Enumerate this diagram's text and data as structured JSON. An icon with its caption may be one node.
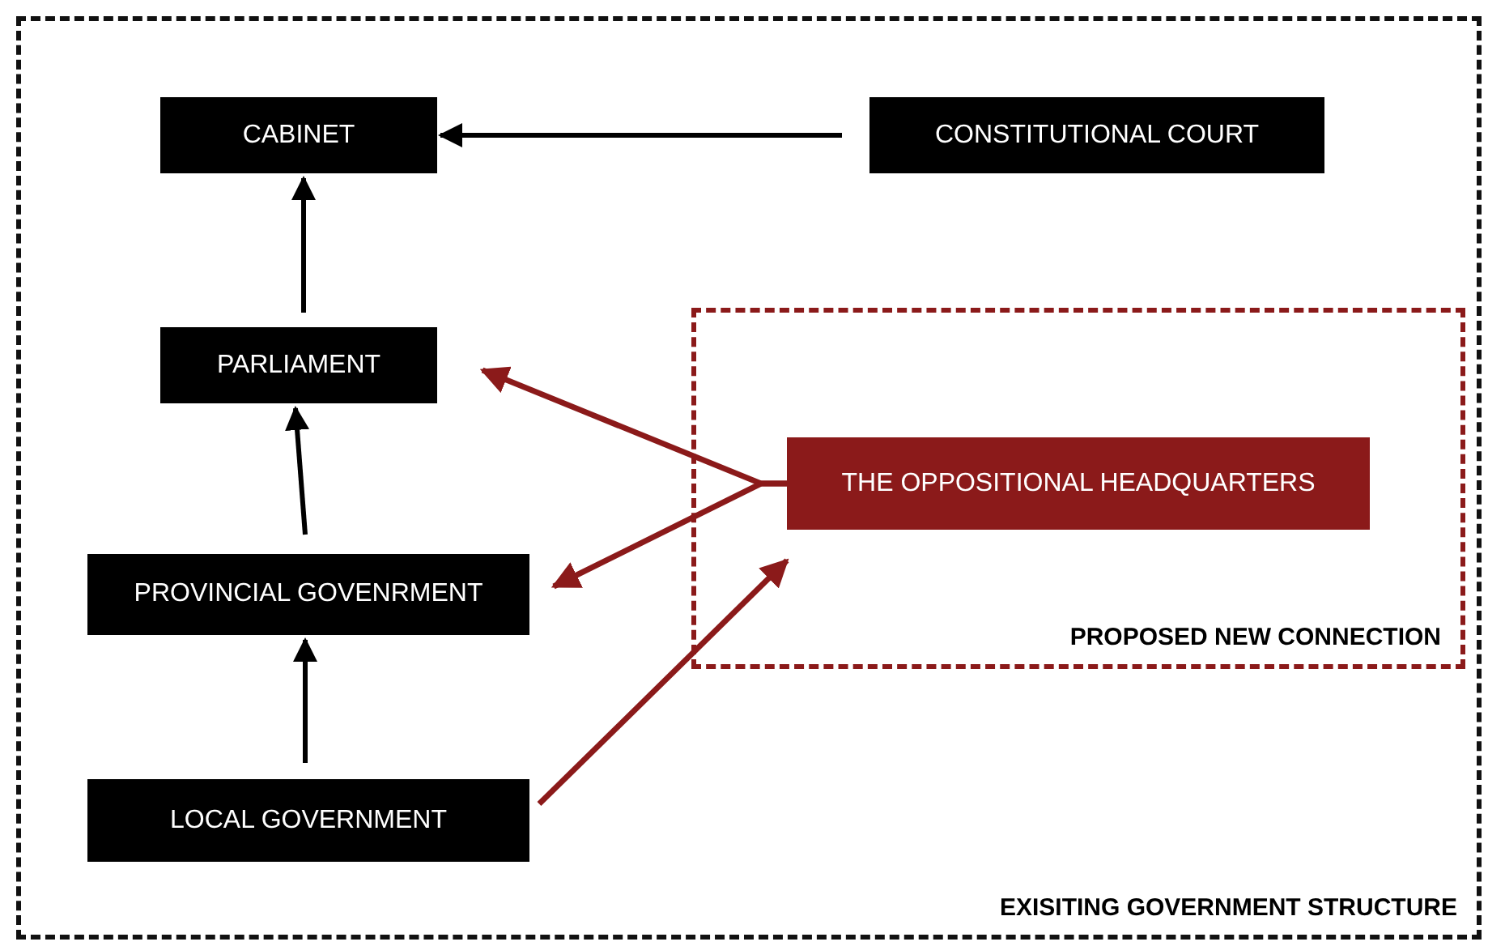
{
  "diagram": {
    "nodes": [
      {
        "text": [
          "EXISITING GOVERNMENT STRUCTURE"
        ]
      },
      {
        "text": [
          "CABINET"
        ],
        "in": 0
      },
      {
        "text": [
          "CONSTITUTIONAL COURT"
        ],
        "in": 0
      },
      {
        "text": [
          "PARLIAMENT"
        ],
        "in": 0
      },
      {
        "text": [
          "PROPOSED NEW CONNECTION"
        ],
        "in": 0
      },
      {
        "text": [
          "THE OPPOSITIONAL HEADQUARTERS"
        ],
        "in": 4
      },
      {
        "text": [
          "PROVINCIAL GOVENRMENT"
        ],
        "in": 0
      },
      {
        "text": [
          "LOCAL GOVERNMENT"
        ],
        "in": 0
      }
    ],
    "edges": [
      {
        "from": 2,
        "to": 1,
        "arrow": "to"
      },
      {
        "from": 3,
        "to": 1,
        "arrow": "to"
      },
      {
        "from": 6,
        "to": 3,
        "arrow": "to"
      },
      {
        "from": 7,
        "to": 6,
        "arrow": "to"
      },
      {
        "from": 5,
        "to": 3,
        "arrow": "to",
        "color": "#8b1a1a"
      },
      {
        "from": 5,
        "to": 6,
        "arrow": "to",
        "color": "#8b1a1a"
      },
      {
        "from": 7,
        "to": 5,
        "arrow": "to",
        "color": "#8b1a1a"
      }
    ]
  }
}
